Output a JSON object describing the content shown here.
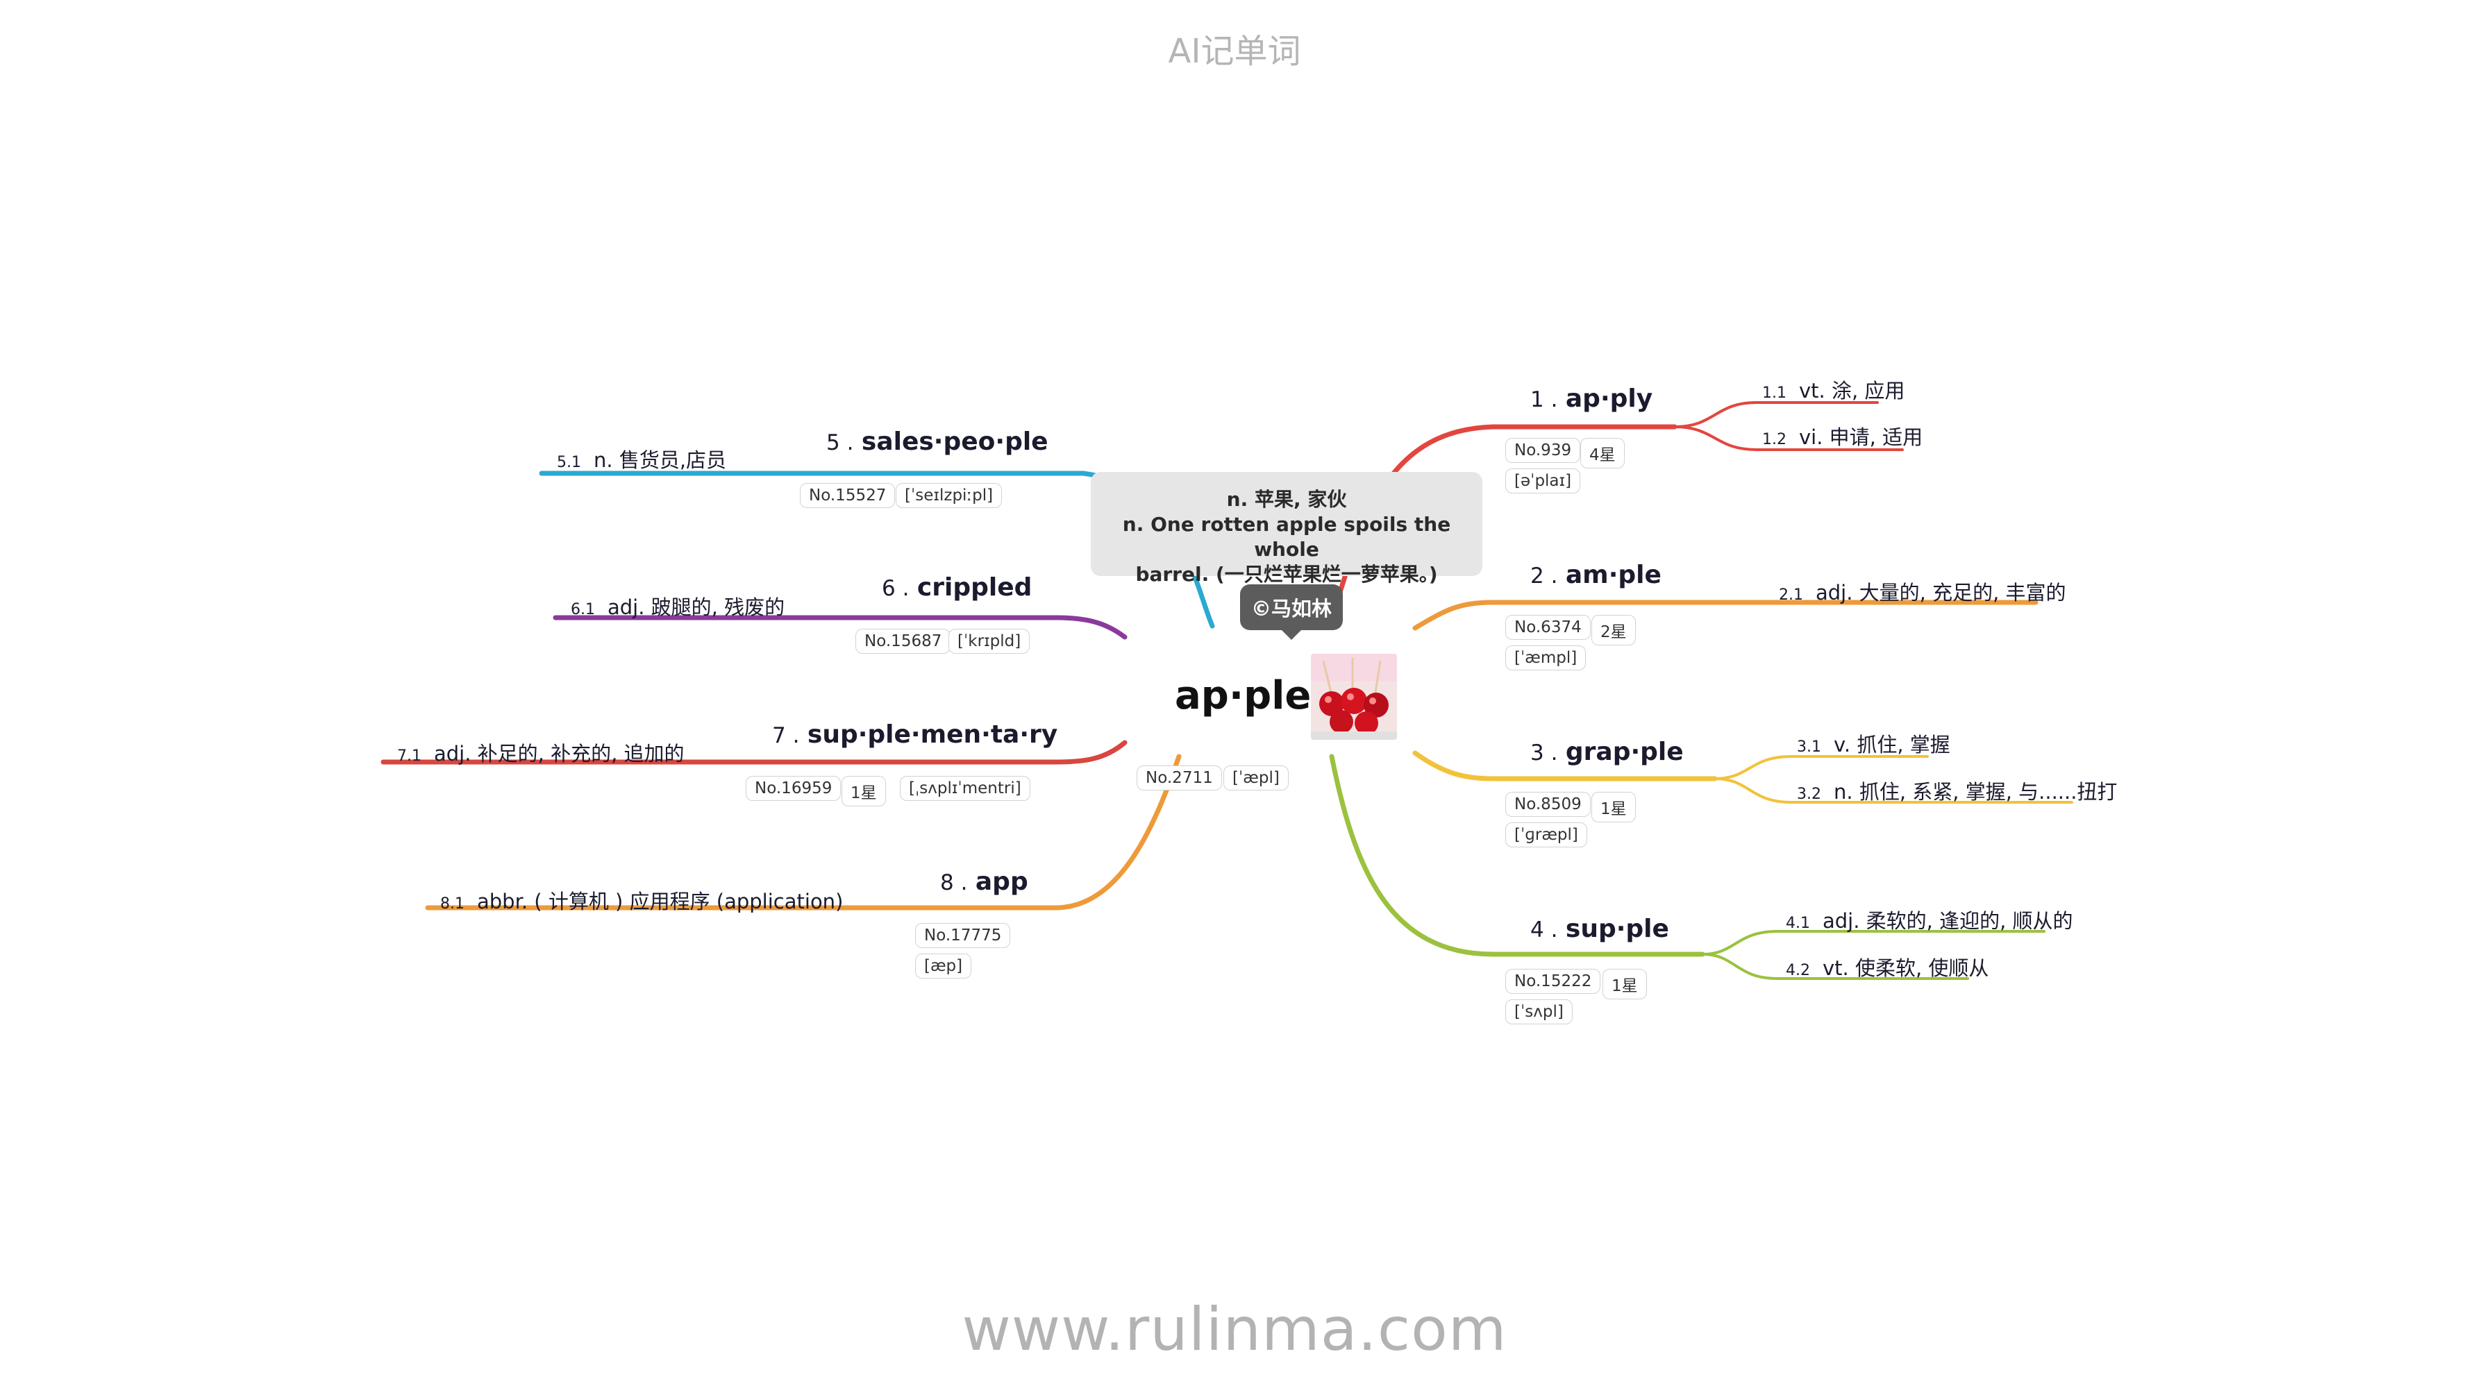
{
  "header": {
    "title": "AI记单词"
  },
  "footer": {
    "url": "www.rulinma.com"
  },
  "center": {
    "word": "ap·ple",
    "rank": "No.2711",
    "phonetic": "[ˈæpl]",
    "tooltip": {
      "line1": "n. 苹果, 家伙",
      "line2": "n. One rotten apple spoils the whole",
      "line3": "barrel. (一只烂苹果烂一萝苹果。)"
    },
    "author": "©马如林",
    "image_icon": "candied-apples-photo"
  },
  "branches": [
    {
      "num": "1 .",
      "word": "ap·ply",
      "rank": "No.939",
      "stars": "4星",
      "phonetic": "[əˈplaɪ]",
      "color": "#e2463f",
      "senses": [
        {
          "num": "1.1",
          "text": "vt. 涂, 应用"
        },
        {
          "num": "1.2",
          "text": "vi. 申请, 适用"
        }
      ]
    },
    {
      "num": "2 .",
      "word": "am·ple",
      "rank": "No.6374",
      "stars": "2星",
      "phonetic": "[ˈæmpl]",
      "color": "#ee9a3a",
      "senses": [
        {
          "num": "2.1",
          "text": "adj. 大量的, 充足的, 丰富的"
        }
      ]
    },
    {
      "num": "3 .",
      "word": "grap·ple",
      "rank": "No.8509",
      "stars": "1星",
      "phonetic": "[ˈɡræpl]",
      "color": "#f2c23a",
      "senses": [
        {
          "num": "3.1",
          "text": "v. 抓住, 掌握"
        },
        {
          "num": "3.2",
          "text": "n. 抓住, 系紧, 掌握, 与......扭打"
        }
      ]
    },
    {
      "num": "4 .",
      "word": "sup·ple",
      "rank": "No.15222",
      "stars": "1星",
      "phonetic": "[ˈsʌpl]",
      "color": "#9bc13f",
      "senses": [
        {
          "num": "4.1",
          "text": "adj. 柔软的, 逢迎的, 顺从的"
        },
        {
          "num": "4.2",
          "text": "vt. 使柔软, 使顺从"
        }
      ]
    },
    {
      "num": "5 .",
      "word": "sales·peo·ple",
      "rank": "No.15527",
      "stars": "",
      "phonetic": "[ˈseɪlzpiːpl]",
      "color": "#2aa9d2",
      "senses": [
        {
          "num": "5.1",
          "text": "n. 售货员,店员"
        }
      ]
    },
    {
      "num": "6 .",
      "word": "crippled",
      "rank": "No.15687",
      "stars": "",
      "phonetic": "[ˈkrɪpld]",
      "color": "#8a3a9c",
      "senses": [
        {
          "num": "6.1",
          "text": "adj. 跛腿的, 残废的"
        }
      ]
    },
    {
      "num": "7 .",
      "word": "sup·ple·men·ta·ry",
      "rank": "No.16959",
      "stars": "1星",
      "phonetic": "[ˌsʌplɪˈmentri]",
      "color": "#d8463e",
      "senses": [
        {
          "num": "7.1",
          "text": "adj. 补足的, 补充的, 追加的"
        }
      ]
    },
    {
      "num": "8 .",
      "word": "app",
      "rank": "No.17775",
      "stars": "",
      "phonetic": "[æp]",
      "color": "#ee9a3a",
      "senses": [
        {
          "num": "8.1",
          "text": "abbr. ( 计算机 ) 应用程序 (application)"
        }
      ]
    }
  ]
}
